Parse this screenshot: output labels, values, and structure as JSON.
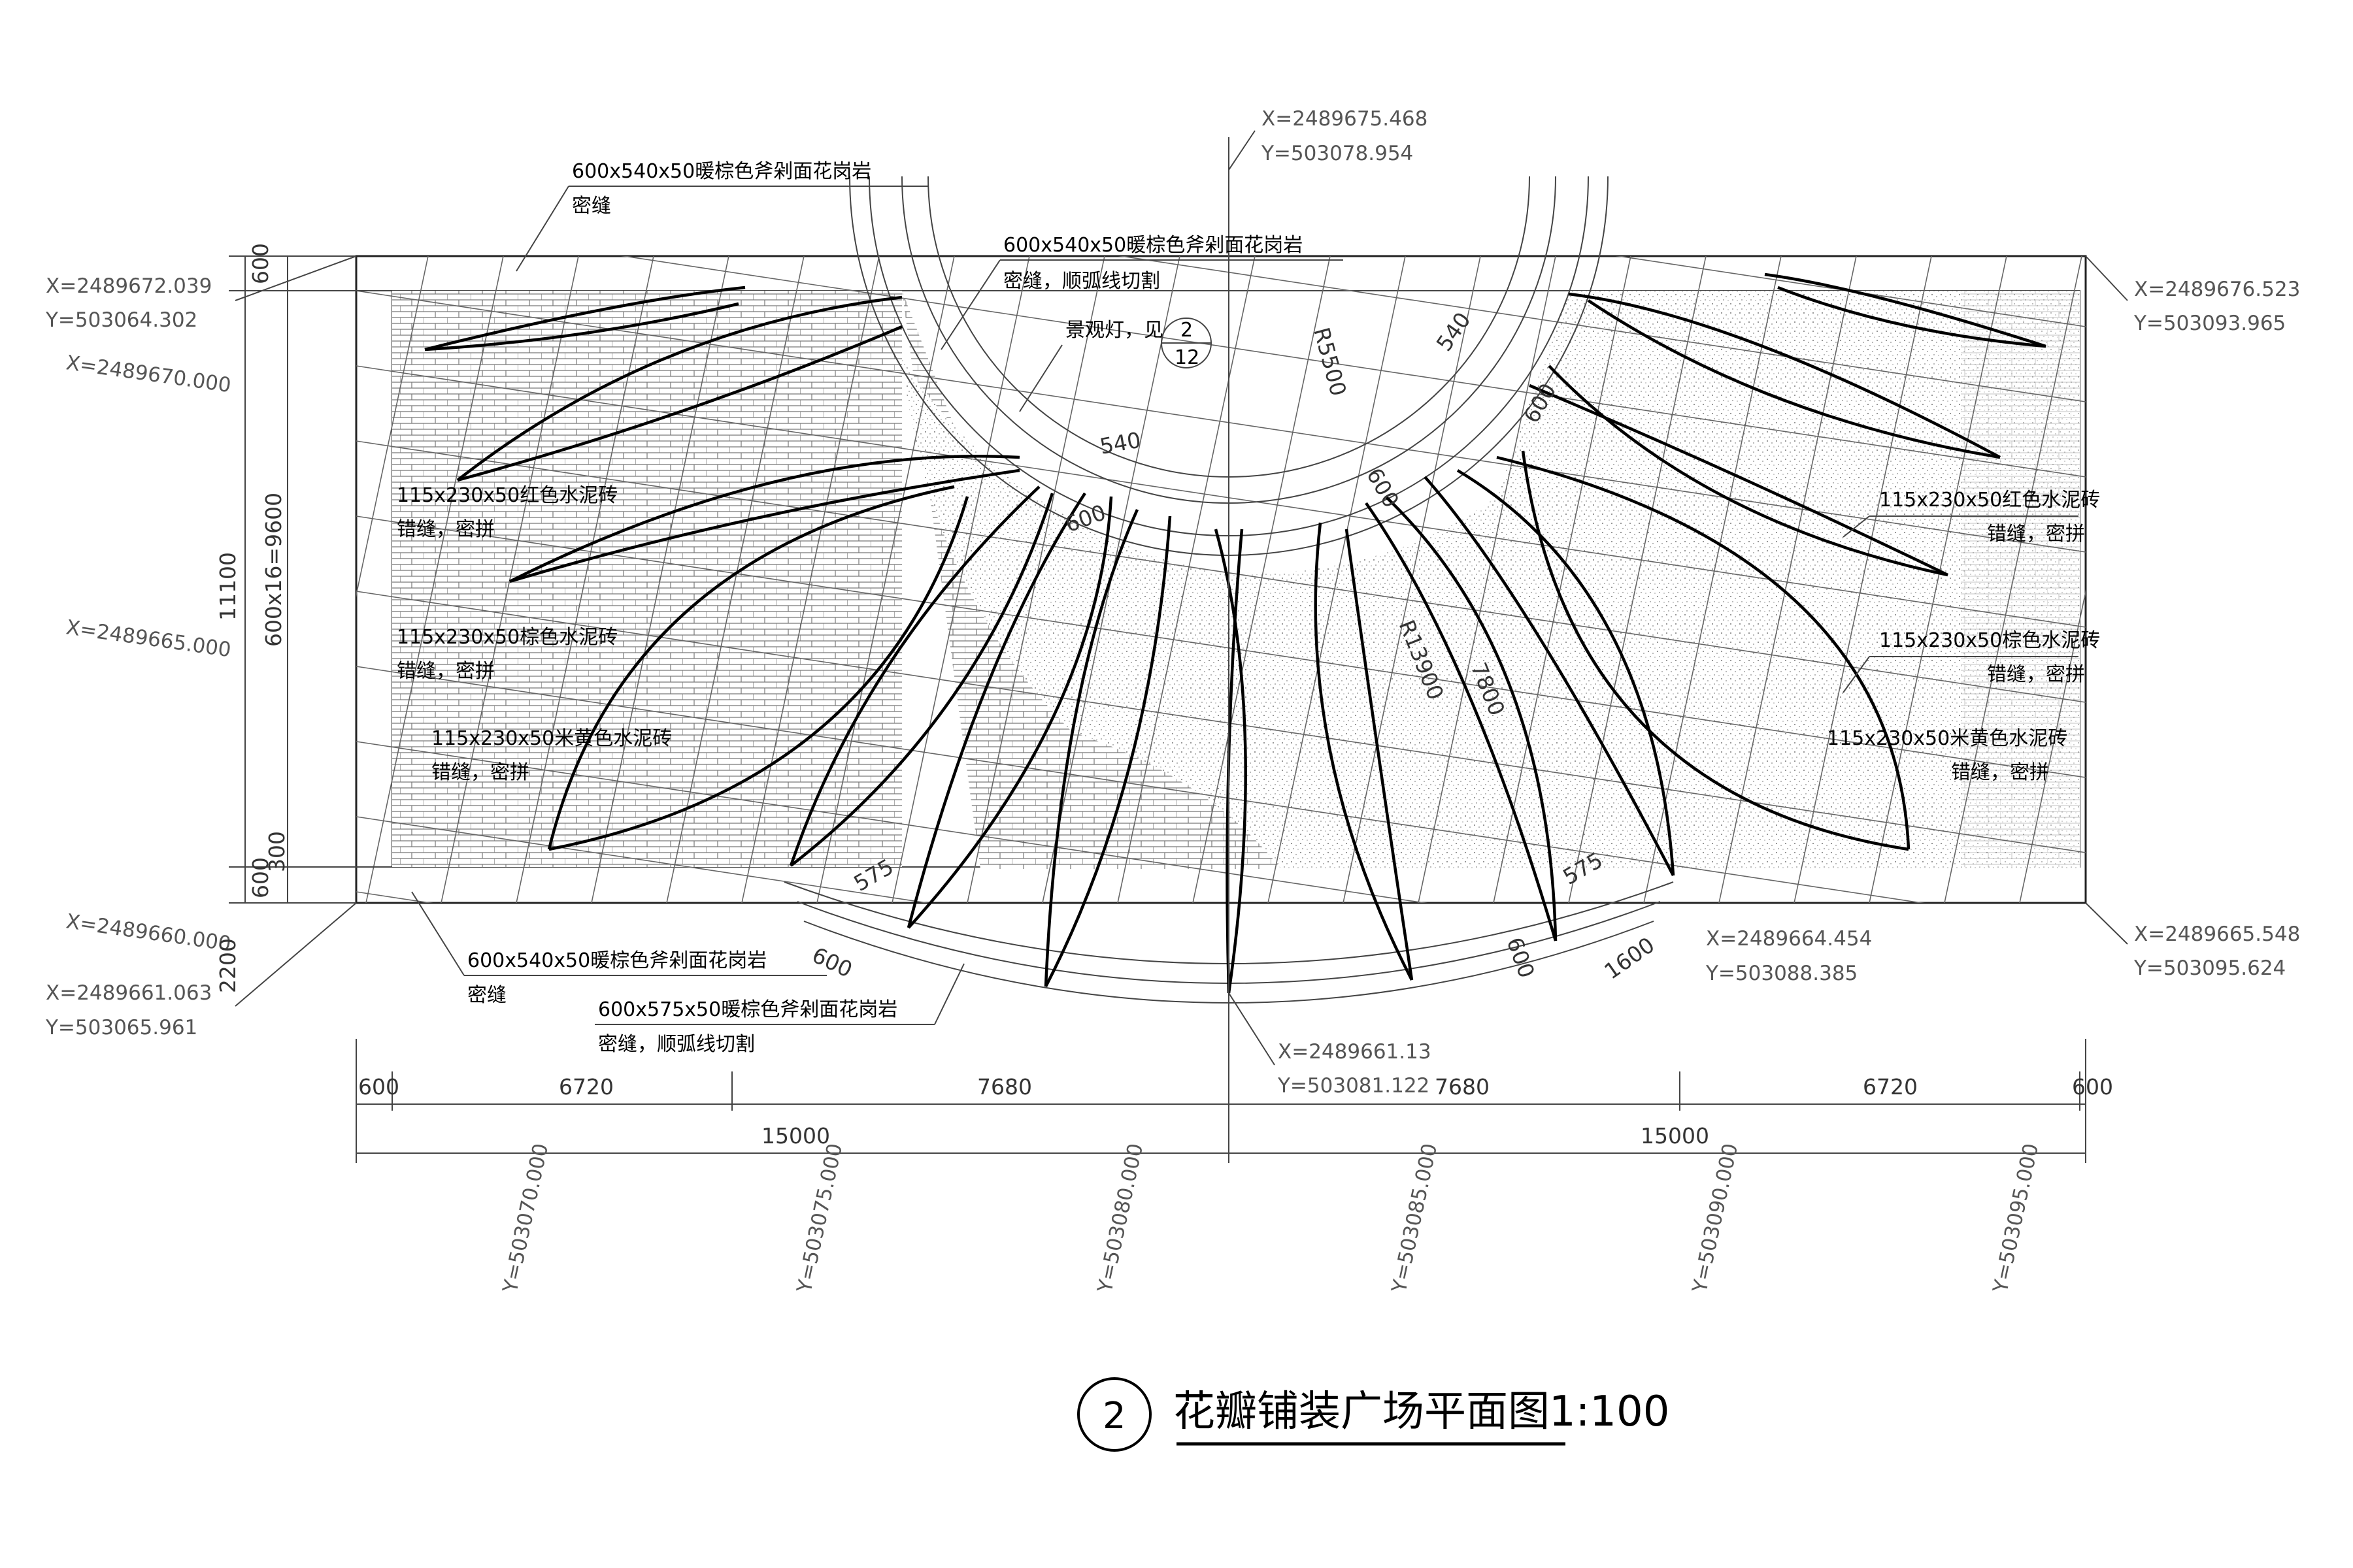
{
  "title": {
    "number": "2",
    "text": "花瓣铺装广场平面图",
    "scale": "1:100"
  },
  "labels": {
    "granite_top_line1": "600x540x50暖棕色斧剁面花岗岩",
    "granite_top_line2": "密缝",
    "granite_arc_line1": "600x540x50暖棕色斧剁面花岗岩",
    "granite_arc_line2": "密缝，顺弧线切割",
    "lamp_text": "景观灯，见",
    "lamp_num": "2",
    "lamp_den": "12",
    "red_brick_l1": "115x230x50红色水泥砖",
    "red_brick_l2": "错缝，密拼",
    "brown_brick_l1": "115x230x50棕色水泥砖",
    "brown_brick_l2": "错缝，密拼",
    "yellow_brick_l1": "115x230x50米黄色水泥砖",
    "yellow_brick_l2": "错缝，密拼",
    "red_brick_r1": "115x230x50红色水泥砖",
    "red_brick_r2": "错缝，密拼",
    "brown_brick_r1": "115x230x50棕色水泥砖",
    "brown_brick_r2": "错缝，密拼",
    "yellow_brick_r1": "115x230x50米黄色水泥砖",
    "yellow_brick_r2": "错缝，密拼",
    "granite_bottom_line1": "600x540x50暖棕色斧剁面花岗岩",
    "granite_bottom_line2": "密缝",
    "granite_bottom_arc_line1": "600x575x50暖棕色斧剁面花岗岩",
    "granite_bottom_arc_line2": "密缝，顺弧线切割"
  },
  "coordinates": {
    "top_center_x": "X=2489675.468",
    "top_center_y": "Y=503078.954",
    "top_left_x": "X=2489672.039",
    "top_left_y": "Y=503064.302",
    "top_right_x": "X=2489676.523",
    "top_right_y": "Y=503093.965",
    "bottom_left_x": "X=2489661.063",
    "bottom_left_y": "Y=503065.961",
    "bottom_right_x": "X=2489665.548",
    "bottom_right_y": "Y=503095.624",
    "bottom_center_x": "X=2489661.13",
    "bottom_center_y": "Y=503081.122",
    "inner_right_x": "X=2489664.454",
    "inner_right_y": "Y=503088.385"
  },
  "grid_labels": {
    "x1": "X=2489670.000",
    "x2": "X=2489665.000",
    "x3": "X=2489660.000",
    "y1": "Y=503070.000",
    "y2": "Y=503075.000",
    "y3": "Y=503080.000",
    "y4": "Y=503085.000",
    "y5": "Y=503090.000",
    "y6": "Y=503095.000"
  },
  "dimensions": {
    "left_top": "600",
    "left_total": "11100",
    "left_mid": "600x16=9600",
    "left_300": "300",
    "left_bottom": "600",
    "left_2200": "2200",
    "seg1": "600",
    "seg2": "6720",
    "seg3": "7680",
    "seg4": "7680",
    "seg5": "6720",
    "seg6": "600",
    "half1": "15000",
    "half2": "15000",
    "r5500": "R5500",
    "r13900": "R13900",
    "d540a": "540",
    "d540b": "540",
    "d600a": "600",
    "d600b": "600",
    "d600c": "600",
    "d7800": "7800",
    "d575a": "575",
    "d575b": "575",
    "d600d": "600",
    "d600e": "600",
    "d1600": "1600"
  }
}
